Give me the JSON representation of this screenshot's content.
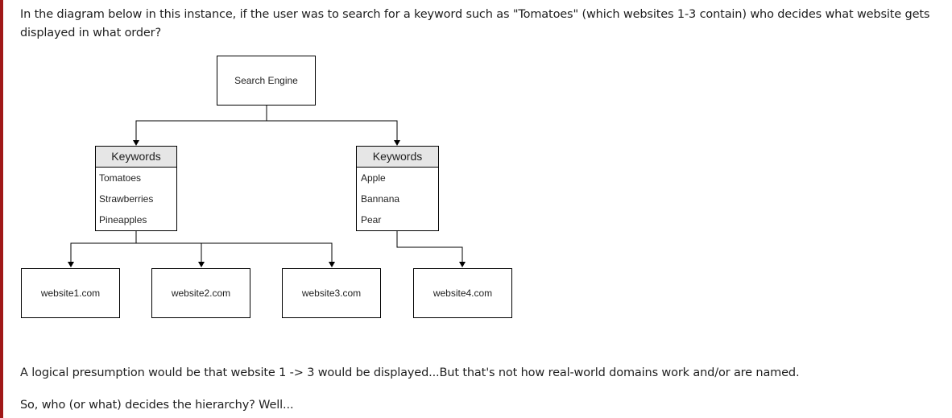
{
  "paragraphs": {
    "intro": "In the diagram below in this instance, if the user was to search for a keyword such as \"Tomatoes\" (which websites 1-3 contain) who decides what website gets displayed in what order?",
    "presumption": "A logical presumption would be that website 1 -> 3 would be displayed...But that's not how real-world domains work and/or are named.",
    "question": "So, who (or what) decides the hierarchy? Well..."
  },
  "diagram": {
    "search_engine": "Search Engine",
    "keyword_groups": [
      {
        "header": "Keywords",
        "items": [
          "Tomatoes",
          "Strawberries",
          "Pineapples"
        ]
      },
      {
        "header": "Keywords",
        "items": [
          "Apple",
          "Bannana",
          "Pear"
        ]
      }
    ],
    "websites": [
      "website1.com",
      "website2.com",
      "website3.com",
      "website4.com"
    ]
  },
  "colors": {
    "accent_bar": "#a01818",
    "header_fill": "#e6e6e6"
  }
}
